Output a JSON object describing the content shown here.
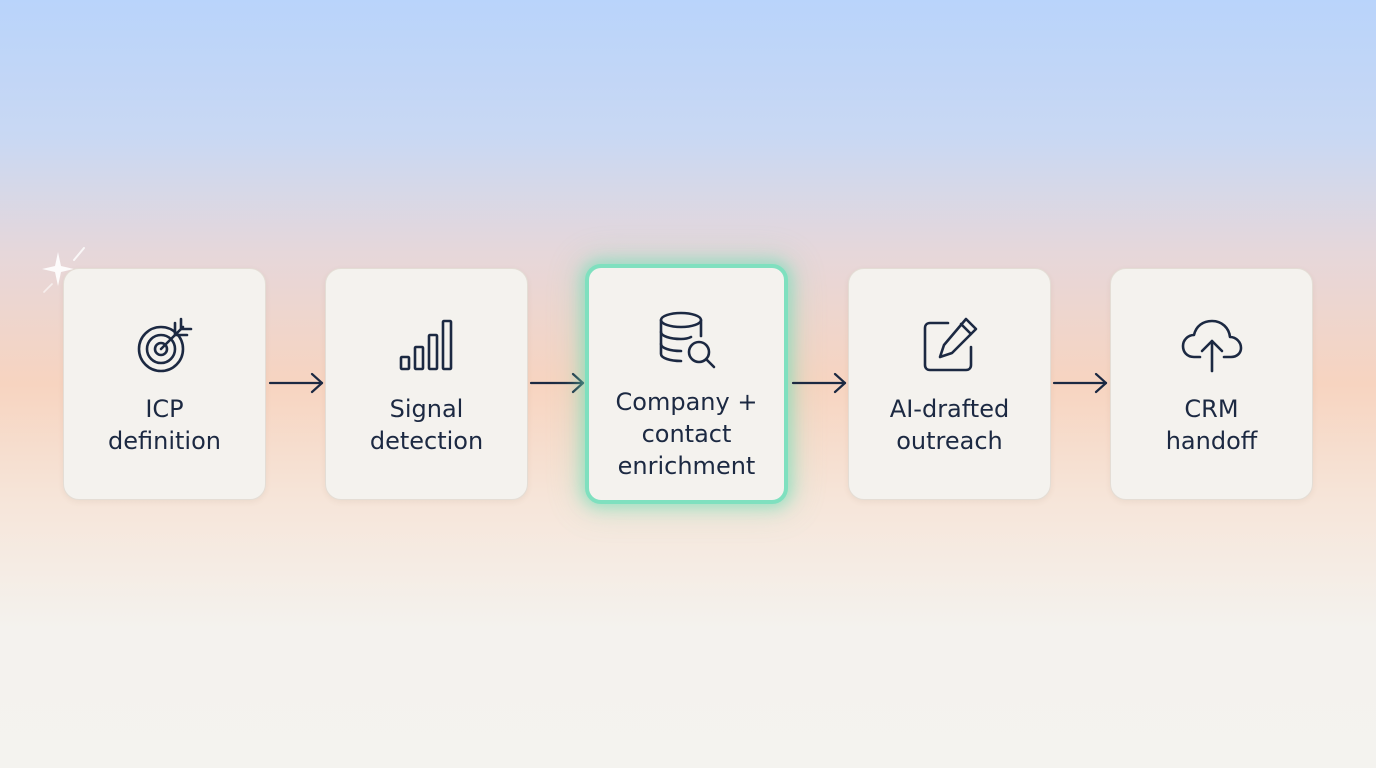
{
  "steps": [
    {
      "label": "ICP\ndefinition",
      "icon": "target-icon"
    },
    {
      "label": "Signal\ndetection",
      "icon": "signal-bars-icon"
    },
    {
      "label": "Company +\ncontact\nenrichment",
      "icon": "database-search-icon",
      "highlighted": true
    },
    {
      "label": "AI-drafted\noutreach",
      "icon": "edit-pencil-icon"
    },
    {
      "label": "CRM\nhandoff",
      "icon": "cloud-upload-icon"
    }
  ],
  "colors": {
    "text": "#1c2942",
    "card": "#f4f2ee",
    "highlight": "#7fe0bf"
  }
}
